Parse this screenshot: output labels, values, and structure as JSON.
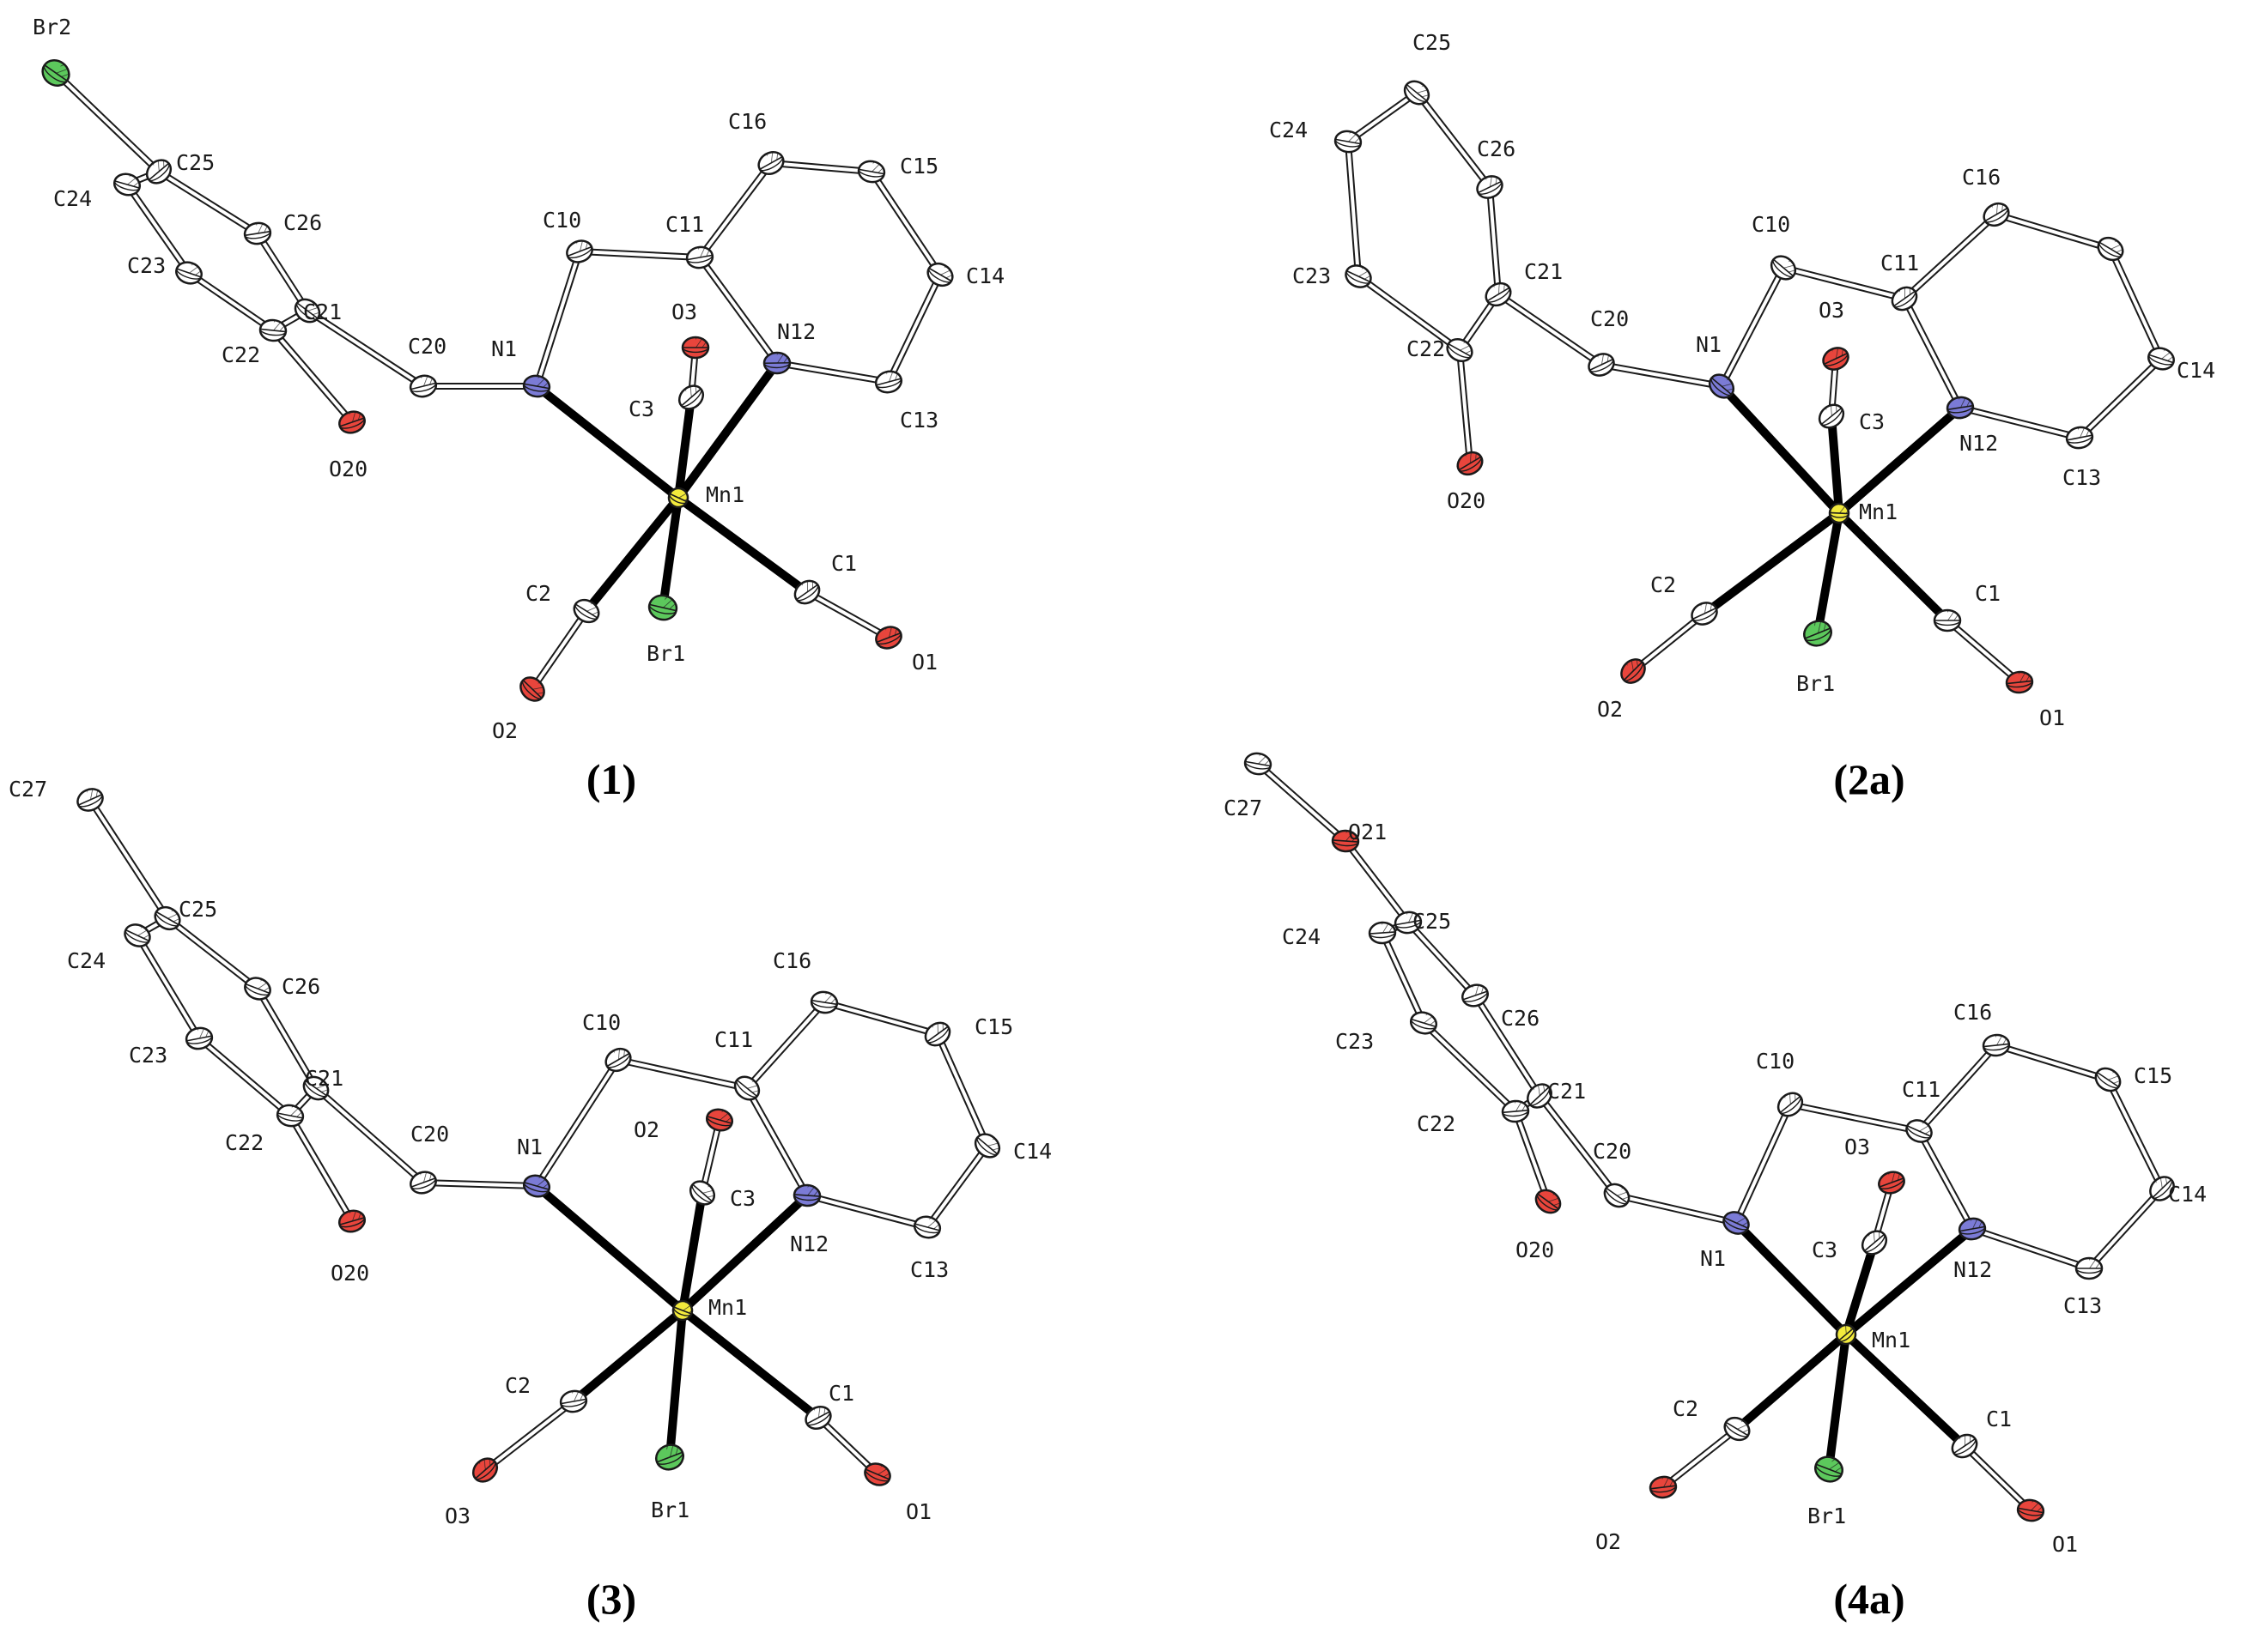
{
  "panels": [
    {
      "label": "(1)",
      "atoms": [
        {
          "id": "Br2",
          "label": "Br2",
          "element": "Br"
        },
        {
          "id": "C25",
          "label": "C25",
          "element": "C"
        },
        {
          "id": "C24",
          "label": "C24",
          "element": "C"
        },
        {
          "id": "C26",
          "label": "C26",
          "element": "C"
        },
        {
          "id": "C23",
          "label": "C23",
          "element": "C"
        },
        {
          "id": "C21",
          "label": "C21",
          "element": "C"
        },
        {
          "id": "C22",
          "label": "C22",
          "element": "C"
        },
        {
          "id": "O20",
          "label": "O20",
          "element": "O"
        },
        {
          "id": "C20",
          "label": "C20",
          "element": "C"
        },
        {
          "id": "N1",
          "label": "N1",
          "element": "N"
        },
        {
          "id": "C10",
          "label": "C10",
          "element": "C"
        },
        {
          "id": "C11",
          "label": "C11",
          "element": "C"
        },
        {
          "id": "C16",
          "label": "C16",
          "element": "C"
        },
        {
          "id": "C15",
          "label": "C15",
          "element": "C"
        },
        {
          "id": "C14",
          "label": "C14",
          "element": "C"
        },
        {
          "id": "C13",
          "label": "C13",
          "element": "C"
        },
        {
          "id": "N12",
          "label": "N12",
          "element": "N"
        },
        {
          "id": "O3",
          "label": "O3",
          "element": "O"
        },
        {
          "id": "C3",
          "label": "C3",
          "element": "C"
        },
        {
          "id": "Mn1",
          "label": "Mn1",
          "element": "Mn"
        },
        {
          "id": "C2",
          "label": "C2",
          "element": "C"
        },
        {
          "id": "O2",
          "label": "O2",
          "element": "O"
        },
        {
          "id": "Br1",
          "label": "Br1",
          "element": "Br"
        },
        {
          "id": "C1",
          "label": "C1",
          "element": "C"
        },
        {
          "id": "O1",
          "label": "O1",
          "element": "O"
        }
      ]
    },
    {
      "label": "(2a)",
      "atoms": [
        {
          "id": "C25",
          "label": "C25",
          "element": "C"
        },
        {
          "id": "C24",
          "label": "C24",
          "element": "C"
        },
        {
          "id": "C26",
          "label": "C26",
          "element": "C"
        },
        {
          "id": "C23",
          "label": "C23",
          "element": "C"
        },
        {
          "id": "C21",
          "label": "C21",
          "element": "C"
        },
        {
          "id": "C22",
          "label": "C22",
          "element": "C"
        },
        {
          "id": "O20",
          "label": "O20",
          "element": "O"
        },
        {
          "id": "C20",
          "label": "C20",
          "element": "C"
        },
        {
          "id": "N1",
          "label": "N1",
          "element": "N"
        },
        {
          "id": "C10",
          "label": "C10",
          "element": "C"
        },
        {
          "id": "C11",
          "label": "C11",
          "element": "C"
        },
        {
          "id": "C16",
          "label": "C16",
          "element": "C"
        },
        {
          "id": "C15",
          "label": "",
          "element": "C"
        },
        {
          "id": "C14",
          "label": "C14",
          "element": "C"
        },
        {
          "id": "C13",
          "label": "C13",
          "element": "C"
        },
        {
          "id": "N12",
          "label": "N12",
          "element": "N"
        },
        {
          "id": "O3",
          "label": "O3",
          "element": "O"
        },
        {
          "id": "C3",
          "label": "C3",
          "element": "C"
        },
        {
          "id": "Mn1",
          "label": "Mn1",
          "element": "Mn"
        },
        {
          "id": "C2",
          "label": "C2",
          "element": "C"
        },
        {
          "id": "O2",
          "label": "O2",
          "element": "O"
        },
        {
          "id": "Br1",
          "label": "Br1",
          "element": "Br"
        },
        {
          "id": "C1",
          "label": "C1",
          "element": "C"
        },
        {
          "id": "O1",
          "label": "O1",
          "element": "O"
        }
      ]
    },
    {
      "label": "(3)",
      "atoms": [
        {
          "id": "C27",
          "label": "C27",
          "element": "C"
        },
        {
          "id": "C25",
          "label": "C25",
          "element": "C"
        },
        {
          "id": "C24",
          "label": "C24",
          "element": "C"
        },
        {
          "id": "C26",
          "label": "C26",
          "element": "C"
        },
        {
          "id": "C23",
          "label": "C23",
          "element": "C"
        },
        {
          "id": "C21",
          "label": "C21",
          "element": "C"
        },
        {
          "id": "C22",
          "label": "C22",
          "element": "C"
        },
        {
          "id": "O20",
          "label": "O20",
          "element": "O"
        },
        {
          "id": "C20",
          "label": "C20",
          "element": "C"
        },
        {
          "id": "N1",
          "label": "N1",
          "element": "N"
        },
        {
          "id": "C10",
          "label": "C10",
          "element": "C"
        },
        {
          "id": "C11",
          "label": "C11",
          "element": "C"
        },
        {
          "id": "C16",
          "label": "C16",
          "element": "C"
        },
        {
          "id": "C15",
          "label": "C15",
          "element": "C"
        },
        {
          "id": "C14",
          "label": "C14",
          "element": "C"
        },
        {
          "id": "C13",
          "label": "C13",
          "element": "C"
        },
        {
          "id": "N12",
          "label": "N12",
          "element": "N"
        },
        {
          "id": "O2t",
          "label": "O2",
          "element": "O"
        },
        {
          "id": "C3",
          "label": "C3",
          "element": "C"
        },
        {
          "id": "Mn1",
          "label": "Mn1",
          "element": "Mn"
        },
        {
          "id": "C2",
          "label": "C2",
          "element": "C"
        },
        {
          "id": "O3b",
          "label": "O3",
          "element": "O"
        },
        {
          "id": "Br1",
          "label": "Br1",
          "element": "Br"
        },
        {
          "id": "C1",
          "label": "C1",
          "element": "C"
        },
        {
          "id": "O1",
          "label": "O1",
          "element": "O"
        }
      ]
    },
    {
      "label": "(4a)",
      "atoms": [
        {
          "id": "C27",
          "label": "C27",
          "element": "C"
        },
        {
          "id": "O21",
          "label": "O21",
          "element": "O"
        },
        {
          "id": "C24",
          "label": "C24",
          "element": "C"
        },
        {
          "id": "C25",
          "label": "C25",
          "element": "C"
        },
        {
          "id": "C26",
          "label": "C26",
          "element": "C"
        },
        {
          "id": "C23",
          "label": "C23",
          "element": "C"
        },
        {
          "id": "C21",
          "label": "C21",
          "element": "C"
        },
        {
          "id": "C22",
          "label": "C22",
          "element": "C"
        },
        {
          "id": "O20",
          "label": "O20",
          "element": "O"
        },
        {
          "id": "C20",
          "label": "C20",
          "element": "C"
        },
        {
          "id": "N1",
          "label": "N1",
          "element": "N"
        },
        {
          "id": "C10",
          "label": "C10",
          "element": "C"
        },
        {
          "id": "C11",
          "label": "C11",
          "element": "C"
        },
        {
          "id": "C16",
          "label": "C16",
          "element": "C"
        },
        {
          "id": "C15",
          "label": "C15",
          "element": "C"
        },
        {
          "id": "C14",
          "label": "C14",
          "element": "C"
        },
        {
          "id": "C13",
          "label": "C13",
          "element": "C"
        },
        {
          "id": "N12",
          "label": "N12",
          "element": "N"
        },
        {
          "id": "O3",
          "label": "O3",
          "element": "O"
        },
        {
          "id": "C3",
          "label": "C3",
          "element": "C"
        },
        {
          "id": "Mn1",
          "label": "Mn1",
          "element": "Mn"
        },
        {
          "id": "C2",
          "label": "C2",
          "element": "C"
        },
        {
          "id": "O2",
          "label": "O2",
          "element": "O"
        },
        {
          "id": "Br1",
          "label": "Br1",
          "element": "Br"
        },
        {
          "id": "C1",
          "label": "C1",
          "element": "C"
        },
        {
          "id": "O1",
          "label": "O1",
          "element": "O"
        }
      ]
    }
  ],
  "element_colors": {
    "C": "#ffffff",
    "N": "#7b7bd6",
    "O": "#e8453c",
    "Br": "#5cc85c",
    "Mn": "#f2ea3c"
  }
}
